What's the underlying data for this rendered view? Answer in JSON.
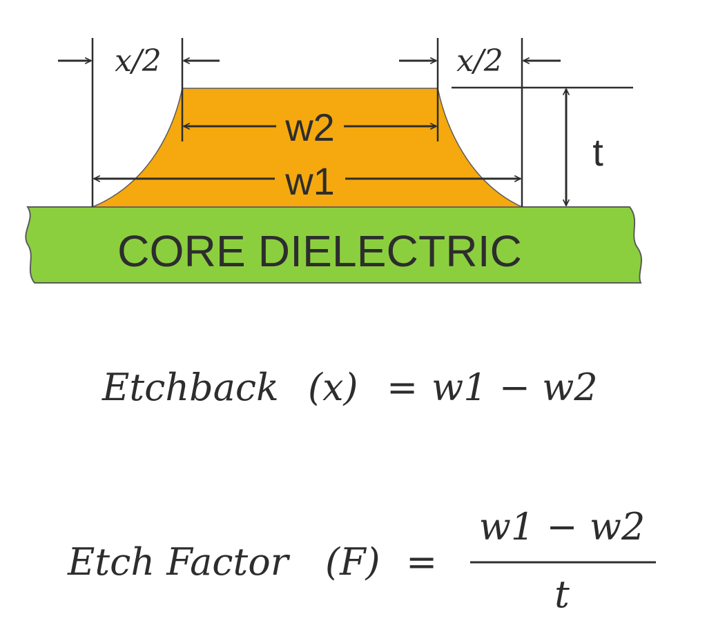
{
  "diagram": {
    "labels": {
      "half_etch_left": "x/2",
      "half_etch_right": "x/2",
      "top_width": "w2",
      "bottom_width": "w1",
      "thickness": "t",
      "substrate": "CORE DIELECTRIC"
    },
    "colors": {
      "copper": "#f5a90e",
      "dielectric": "#8bcf3f",
      "outline": "#5a5a5a",
      "ink": "#2d2d2d"
    }
  },
  "equations": {
    "etchback": {
      "lhs_word": "Etchback",
      "lhs_var": "(x)",
      "equals": "=",
      "rhs": "w1 − w2"
    },
    "etch_factor": {
      "lhs_word": "Etch Factor",
      "lhs_var": "(F)",
      "equals": "=",
      "numerator": "w1 − w2",
      "denominator": "t"
    }
  }
}
